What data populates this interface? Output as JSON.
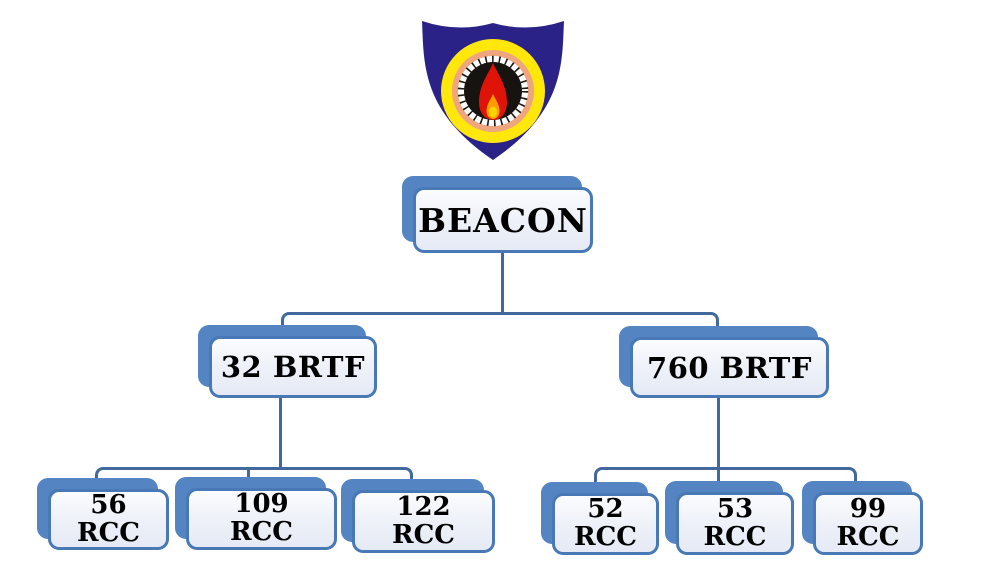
{
  "page": {
    "background": "#ffffff",
    "description": "BEACON organisation chart"
  },
  "logo": {
    "name": "beacon-crest",
    "colors": {
      "shield_navy": "#2a2286",
      "ring_yellow": "#ffe70c",
      "ring_salmon": "#efa57e",
      "ring_white": "#ffffff",
      "disc_black": "#171310",
      "flame_red": "#df1307",
      "flame_orange": "#ff9d00",
      "flame_yellow": "#ffd400"
    }
  },
  "chart": {
    "type": "org-chart",
    "root": {
      "label": "BEACON"
    },
    "branches": [
      {
        "label": "32 BRTF",
        "units": [
          {
            "number": "56",
            "type": "RCC"
          },
          {
            "number": "109",
            "type": "RCC"
          },
          {
            "number": "122",
            "type": "RCC"
          }
        ]
      },
      {
        "label": "760 BRTF",
        "units": [
          {
            "number": "52",
            "type": "RCC"
          },
          {
            "number": "53",
            "type": "RCC"
          },
          {
            "number": "99",
            "type": "RCC"
          }
        ]
      }
    ],
    "style": {
      "accent_border": "#4878b6",
      "accent_shadow": "#5484c2",
      "connector": "#41699e",
      "box_fill_top": "#fbfcfe",
      "box_fill_bottom": "#e5eaf5",
      "text": "#000000"
    }
  }
}
